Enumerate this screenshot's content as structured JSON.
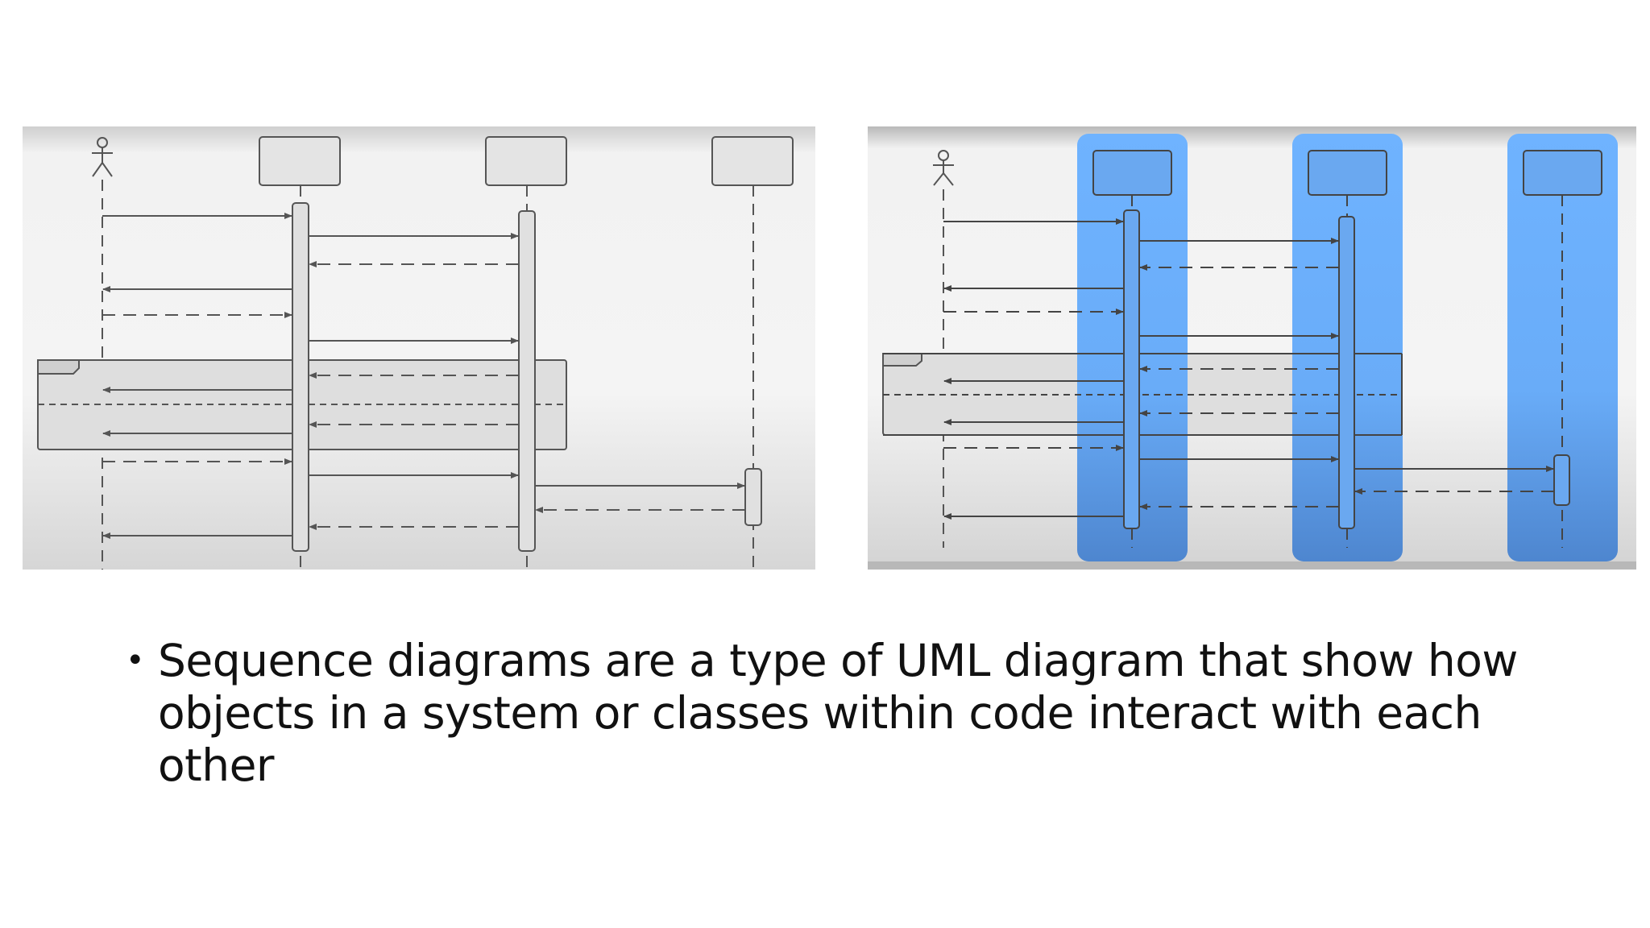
{
  "slide": {
    "bullets": [
      {
        "marker": "•",
        "text": "Sequence diagrams are a type of UML diagram that show how objects in a system or classes within code interact with each other"
      }
    ]
  },
  "colors": {
    "highlight": "#5ea8ff",
    "diagram_line": "#555555",
    "panel_background": "#e6e6e6",
    "text": "#111111"
  },
  "diagrams": [
    {
      "id": "original",
      "participants": [
        "actor",
        "object",
        "object",
        "object"
      ],
      "highlighted": false
    },
    {
      "id": "highlighted",
      "participants": [
        "actor",
        "object",
        "object",
        "object"
      ],
      "highlighted": true
    }
  ]
}
